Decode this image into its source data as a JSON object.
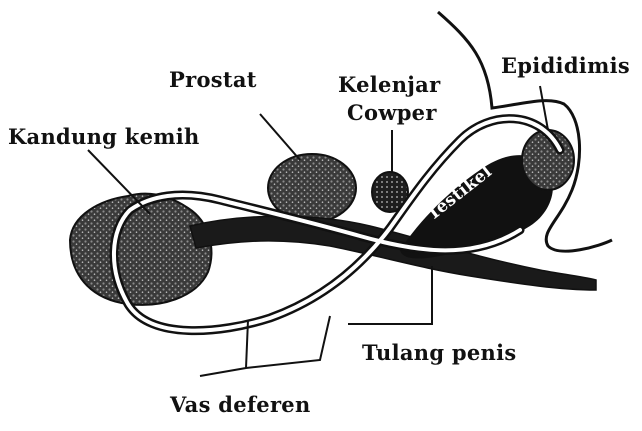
{
  "diagram": {
    "labels": {
      "prostat": "Prostat",
      "kelenjar": "Kelenjar",
      "cowper": "Cowper",
      "epididimis": "Epididimis",
      "kandung_kemih": "Kandung kemih",
      "testikel": "Testikel",
      "tulang_penis": "Tulang penis",
      "vas_deferen": "Vas deferen"
    },
    "colors": {
      "ink": "#111111",
      "organ_fill": "#2a2a2a",
      "background": "#ffffff"
    }
  }
}
